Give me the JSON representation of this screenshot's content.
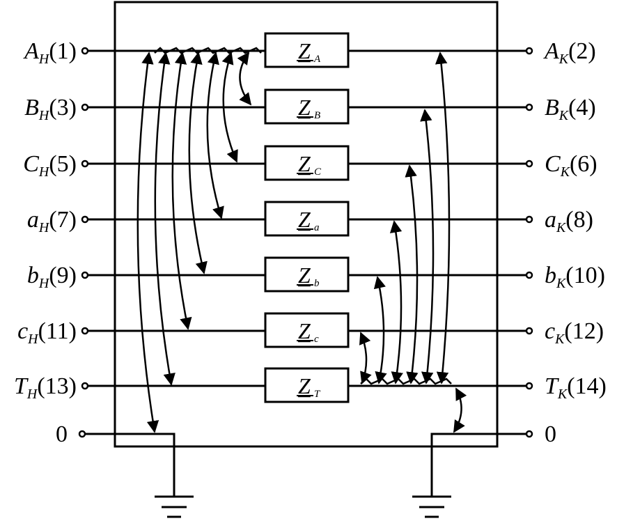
{
  "left_terminals": [
    {
      "letter": "A",
      "sub": "Н",
      "num": "(1)"
    },
    {
      "letter": "B",
      "sub": "Н",
      "num": "(3)"
    },
    {
      "letter": "C",
      "sub": "Н",
      "num": "(5)"
    },
    {
      "letter": "a",
      "sub": "Н",
      "num": "(7)"
    },
    {
      "letter": "b",
      "sub": "Н",
      "num": "(9)"
    },
    {
      "letter": "c",
      "sub": "Н",
      "num": "(11)"
    },
    {
      "letter": "T",
      "sub": "Н",
      "num": "(13)"
    }
  ],
  "right_terminals": [
    {
      "letter": "A",
      "sub": "К",
      "num": "(2)"
    },
    {
      "letter": "B",
      "sub": "К",
      "num": "(4)"
    },
    {
      "letter": "C",
      "sub": "К",
      "num": "(6)"
    },
    {
      "letter": "a",
      "sub": "К",
      "num": "(8)"
    },
    {
      "letter": "b",
      "sub": "К",
      "num": "(10)"
    },
    {
      "letter": "c",
      "sub": "К",
      "num": "(12)"
    },
    {
      "letter": "T",
      "sub": "К",
      "num": "(14)"
    }
  ],
  "impedances": [
    {
      "main": "Z",
      "sub": "A"
    },
    {
      "main": "Z",
      "sub": "B"
    },
    {
      "main": "Z",
      "sub": "C"
    },
    {
      "main": "Z",
      "sub": "a"
    },
    {
      "main": "Z",
      "sub": "b"
    },
    {
      "main": "Z",
      "sub": "c"
    },
    {
      "main": "Z",
      "sub": "T"
    }
  ],
  "ground_left_label": "0",
  "ground_right_label": "0"
}
